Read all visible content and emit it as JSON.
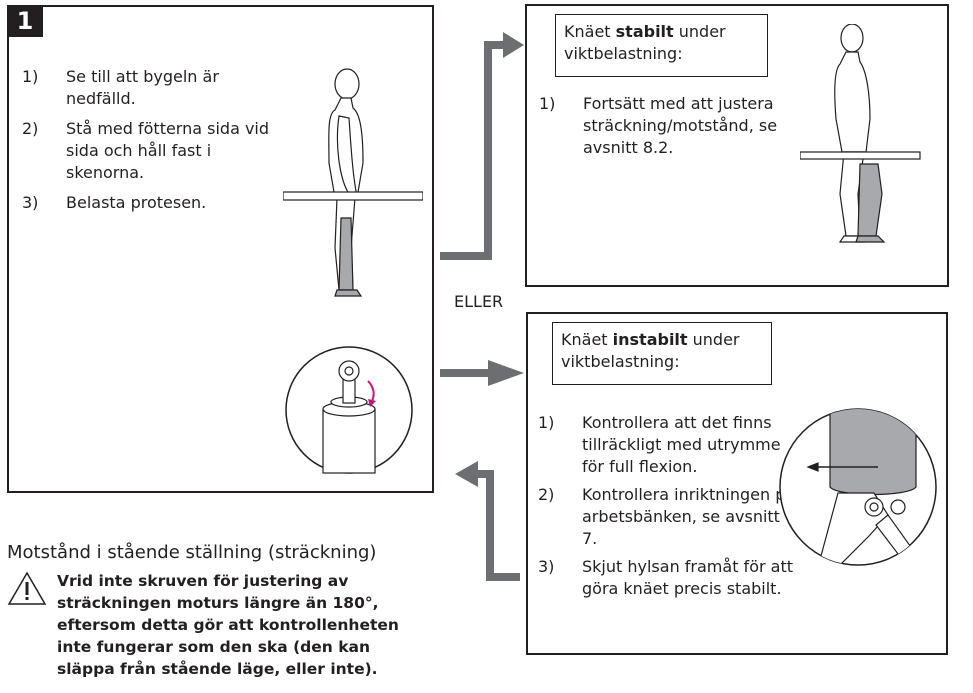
{
  "panel_main": {
    "number": "1",
    "steps": [
      {
        "num": "1)",
        "text": "Se till att bygeln är nedfälld."
      },
      {
        "num": "2)",
        "text": "Stå med fötterna sida vid sida och håll fast i skenorna."
      },
      {
        "num": "3)",
        "text": "Belasta protesen."
      }
    ]
  },
  "panel_stable": {
    "callout_pre": "Knäet ",
    "callout_bold": "stabilt",
    "callout_post": " under viktbelastning:",
    "steps": [
      {
        "num": "1)",
        "text": "Fortsätt med att justera sträckning/motstånd, se avsnitt 8.2."
      }
    ]
  },
  "or_label": "ELLER",
  "panel_unstable": {
    "callout_pre": "Knäet ",
    "callout_bold": "instabilt",
    "callout_post": " under viktbelastning:",
    "steps": [
      {
        "num": "1)",
        "text": "Kontrollera att det finns tillräckligt med utrymme för full flexion."
      },
      {
        "num": "2)",
        "text": "Kontrollera inriktningen på arbetsbänken, se avsnitt 7."
      },
      {
        "num": "3)",
        "text": "Skjut hylsan framåt för att göra knäet precis stabilt."
      }
    ]
  },
  "section_heading": "Motstånd i stående ställning (sträckning)",
  "warning_text": "Vrid inte skruven för justering av sträckningen moturs längre än 180°, eftersom detta gör att kontrollenheten inte fungerar som den ska (den kan släppa från stående läge, eller inte).",
  "colors": {
    "ink": "#231f20",
    "arrow": "#6d6e71",
    "prosthesis": "#a7a9ac",
    "accent": "#c2187a"
  }
}
